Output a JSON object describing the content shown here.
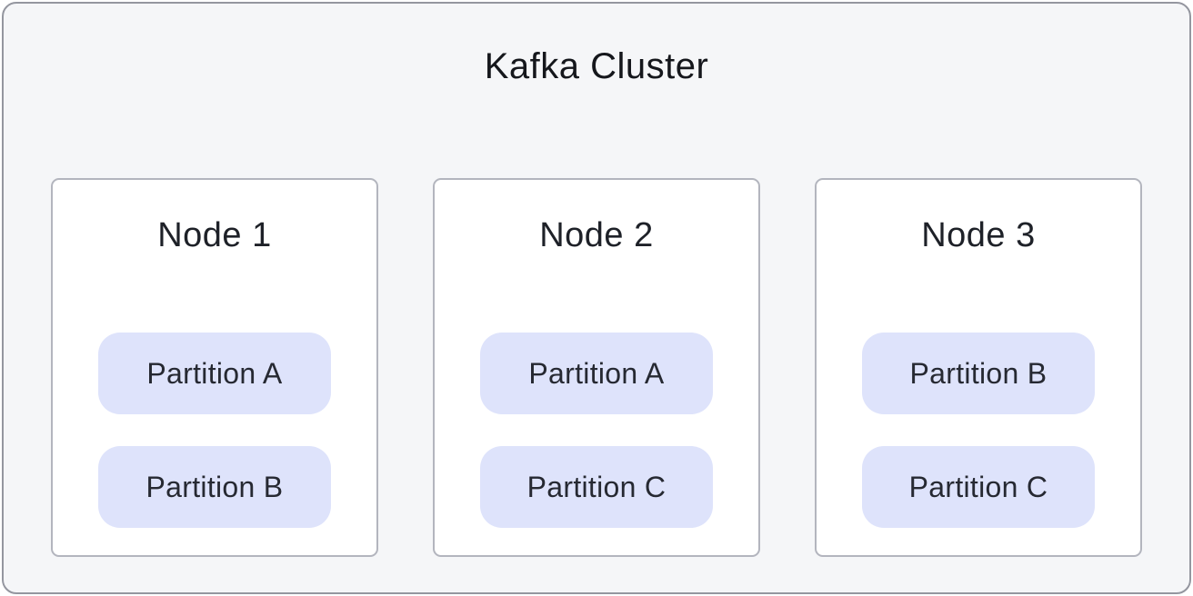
{
  "diagram": {
    "title": "Kafka Cluster",
    "nodes": [
      {
        "label": "Node 1",
        "partitions": [
          "Partition A",
          "Partition B"
        ]
      },
      {
        "label": "Node 2",
        "partitions": [
          "Partition A",
          "Partition C"
        ]
      },
      {
        "label": "Node 3",
        "partitions": [
          "Partition B",
          "Partition C"
        ]
      }
    ],
    "colors": {
      "container_bg": "#f5f6f8",
      "container_border": "#94969f",
      "node_bg": "#ffffff",
      "node_border": "#b3b5be",
      "partition_bg": "#dee3fb",
      "title_text": "#15171c",
      "partition_text": "#262932"
    }
  }
}
